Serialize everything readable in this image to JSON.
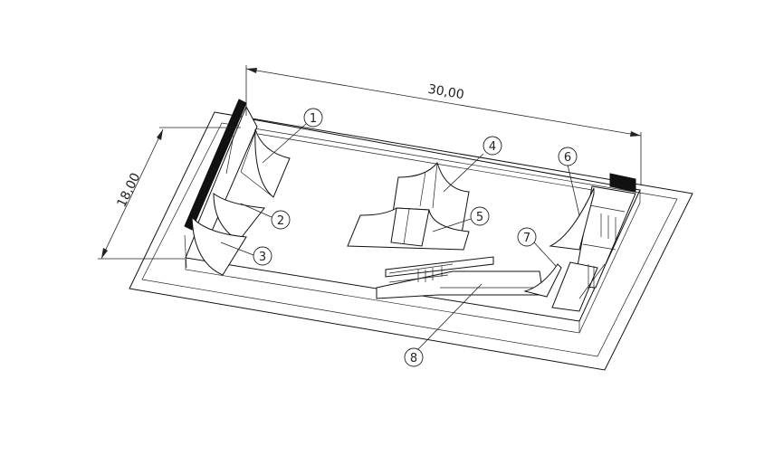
{
  "dimensions": {
    "length": "30,00",
    "width": "18,00"
  },
  "balloons": [
    "1",
    "2",
    "3",
    "4",
    "5",
    "6",
    "7",
    "8"
  ]
}
